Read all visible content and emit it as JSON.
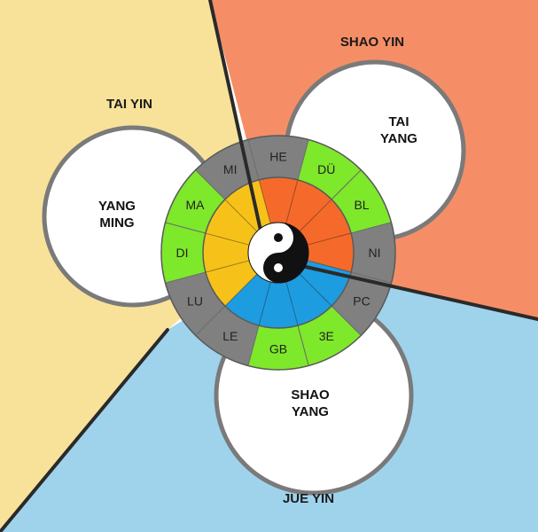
{
  "zones": [
    {
      "id": "tai-yin",
      "label": "TAI YIN",
      "color": "#f8e29a"
    },
    {
      "id": "shao-yin",
      "label": "SHAO YIN",
      "color": "#f58e66"
    },
    {
      "id": "jue-yin",
      "label": "JUE YIN",
      "color": "#9fd3ec"
    }
  ],
  "circles": [
    {
      "id": "yang-ming",
      "line1": "YANG",
      "line2": "MING"
    },
    {
      "id": "tai-yang",
      "line1": "TAI",
      "line2": "YANG"
    },
    {
      "id": "shao-yang",
      "line1": "SHAO",
      "line2": "YANG"
    }
  ],
  "outer_ring": [
    {
      "label": "HE",
      "color": "#808080"
    },
    {
      "label": "DÜ",
      "color": "#7ee82a"
    },
    {
      "label": "BL",
      "color": "#7ee82a"
    },
    {
      "label": "NI",
      "color": "#808080"
    },
    {
      "label": "PC",
      "color": "#808080"
    },
    {
      "label": "3E",
      "color": "#7ee82a"
    },
    {
      "label": "GB",
      "color": "#7ee82a"
    },
    {
      "label": "LE",
      "color": "#808080"
    },
    {
      "label": "LU",
      "color": "#808080"
    },
    {
      "label": "DI",
      "color": "#7ee82a"
    },
    {
      "label": "MA",
      "color": "#7ee82a"
    },
    {
      "label": "MI",
      "color": "#808080"
    }
  ],
  "inner_colors": {
    "shao_yin": "#f56a2a",
    "jue_yin": "#1e9ce0",
    "tai_yin": "#f6c21a"
  },
  "colors": {
    "divider": "#2a2a2a",
    "circle_stroke": "#7a7a7a",
    "loop_green": "#7ee82a"
  }
}
